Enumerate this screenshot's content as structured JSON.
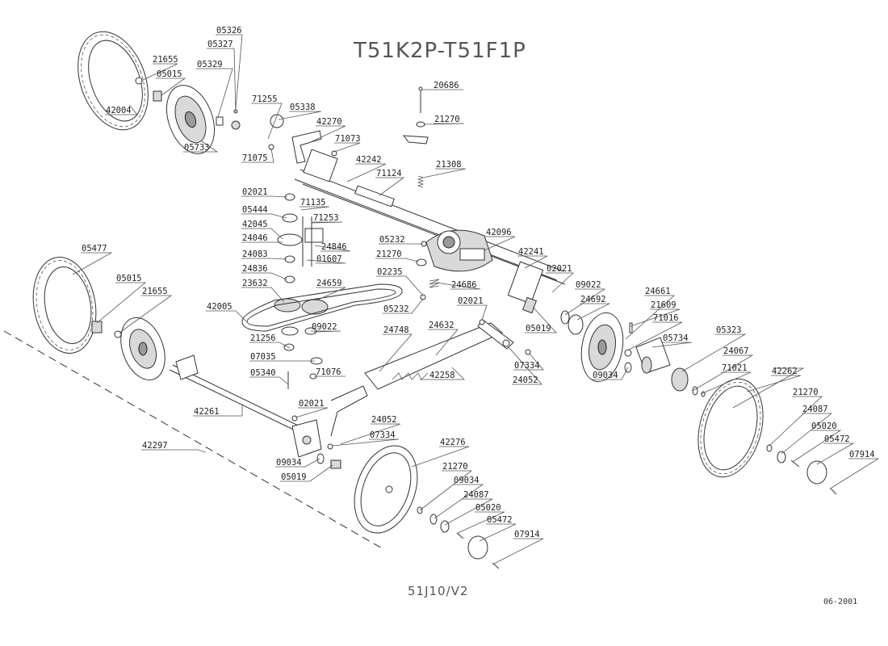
{
  "title": "T51K2P-T51F1P",
  "drawing_ref": "51J10/V2",
  "date": "06-2001",
  "parts": [
    "05326",
    "05327",
    "21655",
    "05329",
    "05015",
    "42004",
    "05733",
    "71255",
    "05338",
    "42270",
    "71073",
    "71075",
    "42242",
    "71124",
    "20686",
    "21270",
    "21308",
    "02021",
    "05444",
    "71135",
    "71253",
    "42045",
    "24046",
    "24846",
    "24083",
    "01607",
    "24836",
    "23632",
    "24659",
    "42005",
    "05232",
    "21270",
    "02235",
    "24686",
    "42096",
    "42241",
    "02021",
    "09022",
    "24692",
    "24661",
    "21609",
    "71016",
    "05734",
    "05323",
    "24067",
    "71021",
    "42262",
    "09022",
    "21256",
    "07035",
    "71076",
    "05340",
    "05477",
    "05015",
    "21655",
    "02021",
    "24748",
    "24632",
    "42258",
    "24052",
    "07334",
    "05019",
    "09034",
    "42261",
    "02021",
    "24052",
    "07334",
    "42297",
    "09034",
    "05019",
    "42276",
    "21270",
    "09034",
    "24087",
    "05020",
    "05472",
    "07914",
    "21270",
    "24087",
    "05020",
    "05472",
    "07914",
    "05232"
  ]
}
